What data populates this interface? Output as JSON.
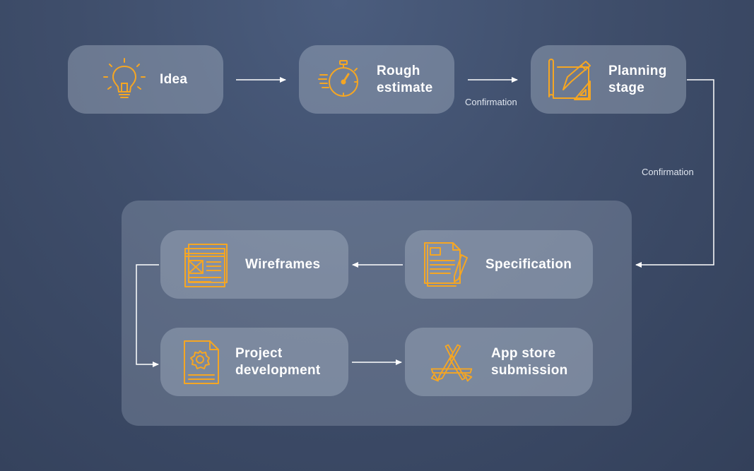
{
  "nodes": {
    "idea": {
      "label": "Idea",
      "icon": "lightbulb-icon"
    },
    "rough_estimate": {
      "label": "Rough\nestimate",
      "icon": "stopwatch-icon"
    },
    "planning_stage": {
      "label": "Planning\nstage",
      "icon": "blueprint-pencil-icon"
    },
    "specification": {
      "label": "Specification",
      "icon": "document-icon"
    },
    "wireframes": {
      "label": "Wireframes",
      "icon": "wireframe-icon"
    },
    "project_development": {
      "label": "Project\ndevelopment",
      "icon": "document-gear-icon"
    },
    "app_store_submission": {
      "label": "App store\nsubmission",
      "icon": "app-store-icon"
    }
  },
  "edges": {
    "estimate_to_planning": {
      "label": "Confirmation"
    },
    "planning_to_spec": {
      "label": "Confirmation"
    }
  },
  "colors": {
    "accent": "#f5a623",
    "text": "#ffffff",
    "edge": "#ffffff"
  }
}
